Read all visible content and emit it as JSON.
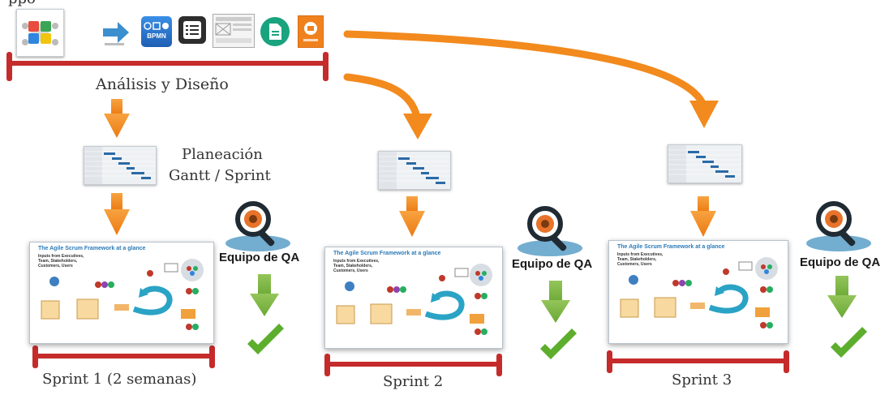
{
  "title_partial": "ppo",
  "analysis": {
    "label": "Análisis y Diseño"
  },
  "planning": {
    "line1": "Planeación",
    "line2": "Gantt / Sprint"
  },
  "qa_label": "Equipo de QA",
  "sprints": [
    {
      "label": "Sprint 1 (2 semanas)"
    },
    {
      "label": "Sprint 2"
    },
    {
      "label": "Sprint 3"
    }
  ],
  "scrum_card": {
    "title": "The Agile Scrum Framework at a glance",
    "inputs": "Inputs from Executives, Team, Stakeholders, Customers, Users"
  },
  "tool_icons": [
    "team-puzzle-icon",
    "arrow-icon",
    "bpmn-icon",
    "list-icon",
    "wireframe-icon",
    "document-icon",
    "office-doc-icon"
  ],
  "bpmn_text": "BPMN",
  "colors": {
    "arrow": "#f28a1e",
    "bracket": "#c62b2b",
    "qa_arrow": "#7ab540",
    "check": "#5cae2c",
    "lens": "#5a9fc8"
  }
}
